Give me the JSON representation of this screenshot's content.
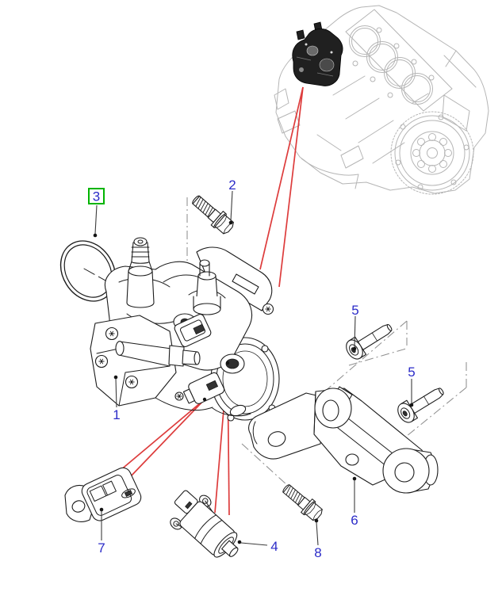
{
  "diagram": {
    "background": "#ffffff",
    "colors": {
      "background": "#ffffff",
      "callout": "#2b2bc8",
      "highlight": "#00b400",
      "red_leader": "#dd3c3c",
      "ink": "#1c1c1c",
      "engine": "#b5b5b5",
      "leader": "#3c3c3c",
      "dashdot": "#8f8f8f"
    },
    "callouts": [
      {
        "label": "1",
        "highlighted": false
      },
      {
        "label": "2",
        "highlighted": false
      },
      {
        "label": "3",
        "highlighted": true
      },
      {
        "label": "4",
        "highlighted": false
      },
      {
        "label": "5",
        "highlighted": false
      },
      {
        "label": "5",
        "highlighted": false
      },
      {
        "label": "6",
        "highlighted": false
      },
      {
        "label": "7",
        "highlighted": false
      },
      {
        "label": "8",
        "highlighted": false
      }
    ]
  }
}
